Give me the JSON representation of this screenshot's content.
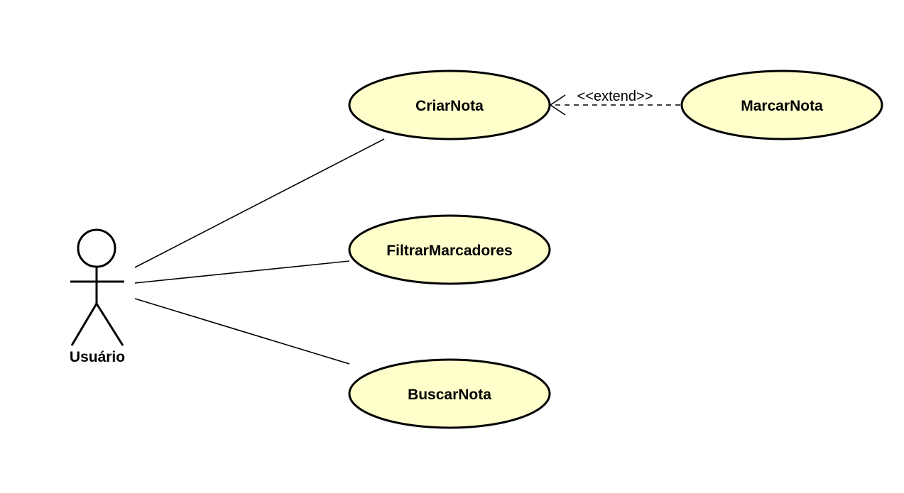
{
  "colors": {
    "use_case_fill": "#ffffcc",
    "actor_fill": "#ffffcc",
    "stroke": "#000000",
    "background": "#ffffff"
  },
  "actor": {
    "name": "Usuário"
  },
  "use_cases": {
    "criar_nota": "CriarNota",
    "marcar_nota": "MarcarNota",
    "filtrar_marcadores": "FiltrarMarcadores",
    "buscar_nota": "BuscarNota"
  },
  "relationships": {
    "extend_label": "<<extend>>"
  }
}
